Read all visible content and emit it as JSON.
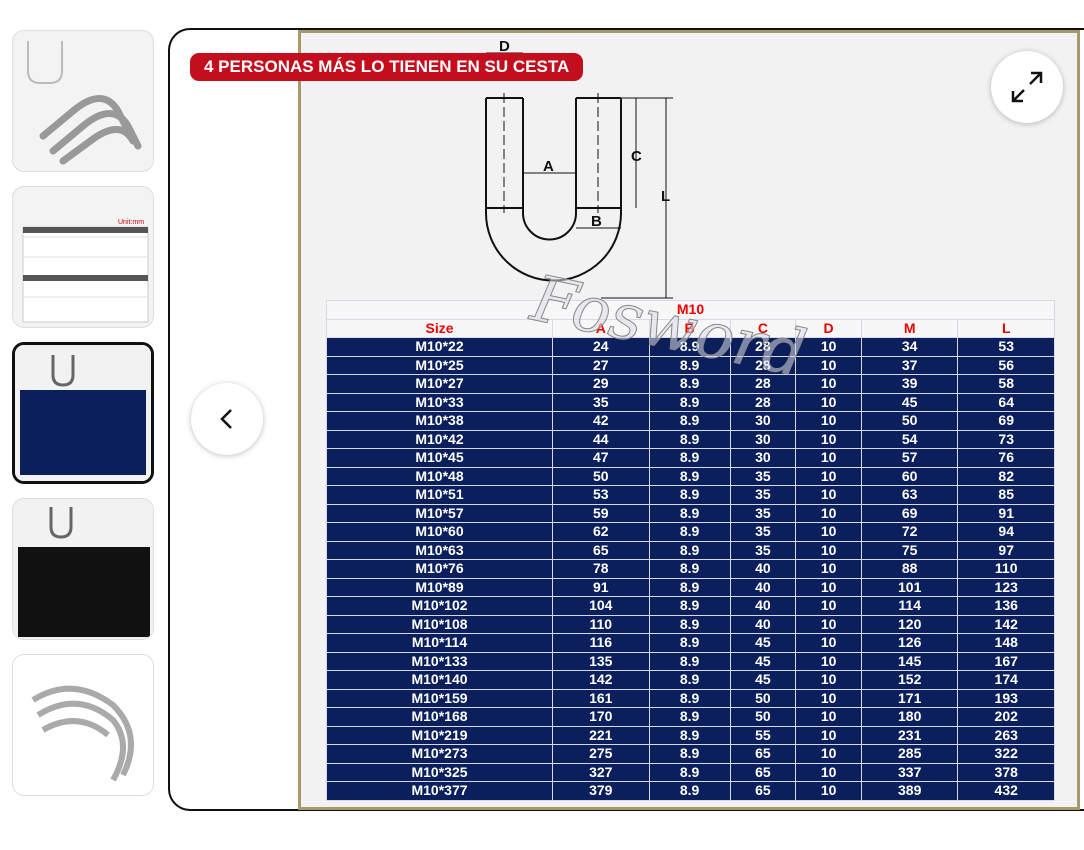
{
  "badge": "4 PERSONAS MÁS LO TIENEN EN SU CESTA",
  "diagram": {
    "labels": [
      "D",
      "A",
      "B",
      "C",
      "L"
    ]
  },
  "table": {
    "title": "M10",
    "headers": [
      "Size",
      "A",
      "B",
      "C",
      "D",
      "M",
      "L"
    ],
    "rows": [
      [
        "M10*22",
        "24",
        "8.9",
        "28",
        "10",
        "34",
        "53"
      ],
      [
        "M10*25",
        "27",
        "8.9",
        "28",
        "10",
        "37",
        "56"
      ],
      [
        "M10*27",
        "29",
        "8.9",
        "28",
        "10",
        "39",
        "58"
      ],
      [
        "M10*33",
        "35",
        "8.9",
        "28",
        "10",
        "45",
        "64"
      ],
      [
        "M10*38",
        "42",
        "8.9",
        "30",
        "10",
        "50",
        "69"
      ],
      [
        "M10*42",
        "44",
        "8.9",
        "30",
        "10",
        "54",
        "73"
      ],
      [
        "M10*45",
        "47",
        "8.9",
        "30",
        "10",
        "57",
        "76"
      ],
      [
        "M10*48",
        "50",
        "8.9",
        "35",
        "10",
        "60",
        "82"
      ],
      [
        "M10*51",
        "53",
        "8.9",
        "35",
        "10",
        "63",
        "85"
      ],
      [
        "M10*57",
        "59",
        "8.9",
        "35",
        "10",
        "69",
        "91"
      ],
      [
        "M10*60",
        "62",
        "8.9",
        "35",
        "10",
        "72",
        "94"
      ],
      [
        "M10*63",
        "65",
        "8.9",
        "35",
        "10",
        "75",
        "97"
      ],
      [
        "M10*76",
        "78",
        "8.9",
        "40",
        "10",
        "88",
        "110"
      ],
      [
        "M10*89",
        "91",
        "8.9",
        "40",
        "10",
        "101",
        "123"
      ],
      [
        "M10*102",
        "104",
        "8.9",
        "40",
        "10",
        "114",
        "136"
      ],
      [
        "M10*108",
        "110",
        "8.9",
        "40",
        "10",
        "120",
        "142"
      ],
      [
        "M10*114",
        "116",
        "8.9",
        "45",
        "10",
        "126",
        "148"
      ],
      [
        "M10*133",
        "135",
        "8.9",
        "45",
        "10",
        "145",
        "167"
      ],
      [
        "M10*140",
        "142",
        "8.9",
        "45",
        "10",
        "152",
        "174"
      ],
      [
        "M10*159",
        "161",
        "8.9",
        "50",
        "10",
        "171",
        "193"
      ],
      [
        "M10*168",
        "170",
        "8.9",
        "50",
        "10",
        "180",
        "202"
      ],
      [
        "M10*219",
        "221",
        "8.9",
        "55",
        "10",
        "231",
        "263"
      ],
      [
        "M10*273",
        "275",
        "8.9",
        "65",
        "10",
        "285",
        "322"
      ],
      [
        "M10*325",
        "327",
        "8.9",
        "65",
        "10",
        "337",
        "378"
      ],
      [
        "M10*377",
        "379",
        "8.9",
        "65",
        "10",
        "389",
        "432"
      ]
    ]
  },
  "watermark": "Fosword",
  "colors": {
    "badge": "#c40d1d",
    "table_row": "#0b1f5c",
    "header_text": "#ee0000"
  }
}
